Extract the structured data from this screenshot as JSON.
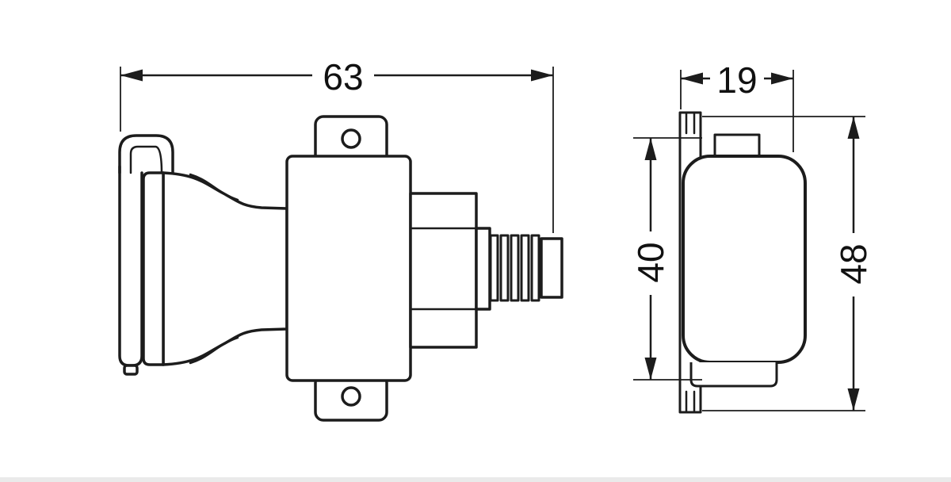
{
  "diagram": {
    "line_color": "#1c1c1c",
    "background": "#ffffff",
    "views": {
      "side": {
        "name": "side-view"
      },
      "front": {
        "name": "front-view"
      }
    },
    "dimensions": {
      "overall_width": {
        "value": "63",
        "view": "side",
        "orientation": "horizontal"
      },
      "depth": {
        "value": "19",
        "view": "front",
        "orientation": "horizontal"
      },
      "inner_height": {
        "value": "40",
        "view": "front",
        "orientation": "vertical"
      },
      "overall_height": {
        "value": "48",
        "view": "front",
        "orientation": "vertical"
      }
    }
  }
}
